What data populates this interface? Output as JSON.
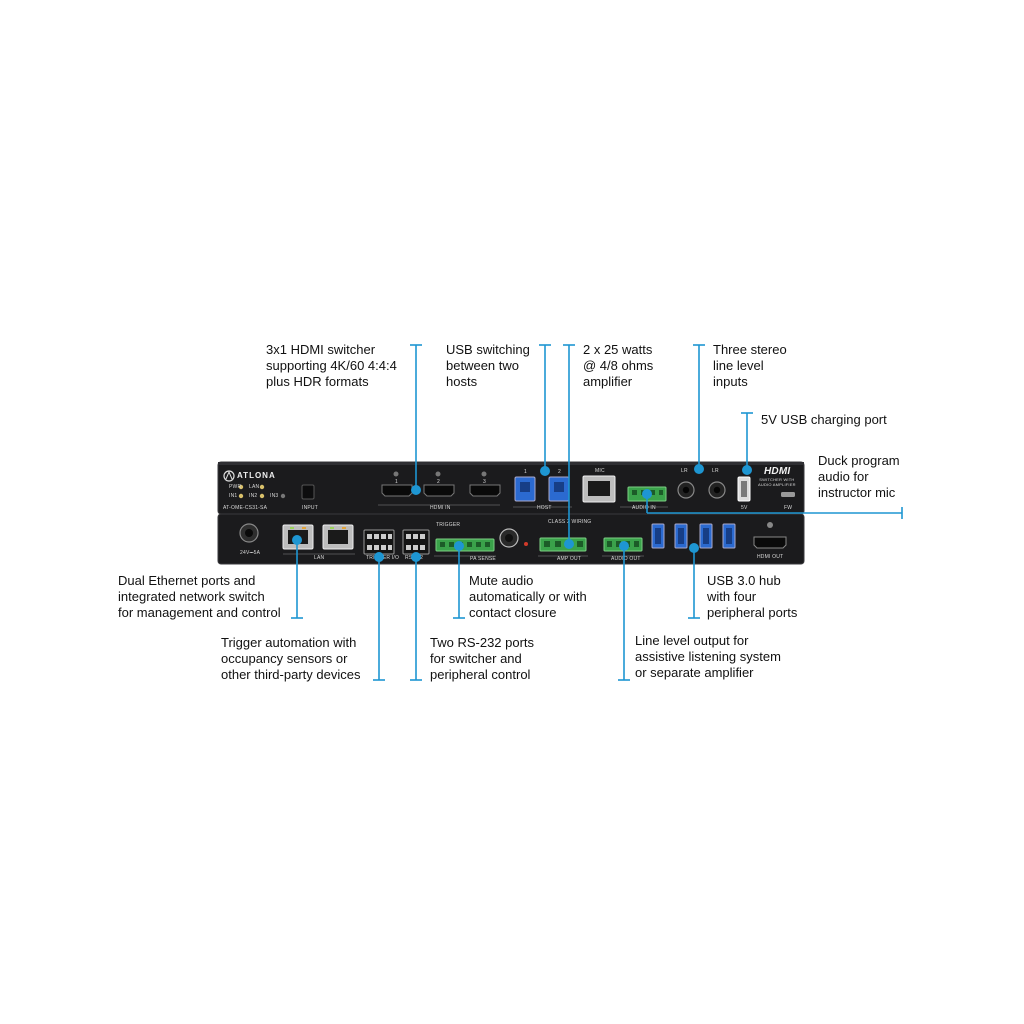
{
  "callouts": {
    "hdmi_switcher": "3x1 HDMI switcher\nsupporting 4K/60 4:4:4\nplus HDR formats",
    "usb_switching": "USB switching\nbetween two\nhosts",
    "amplifier": "2 x 25 watts\n@ 4/8 ohms\namplifier",
    "stereo_inputs": "Three stereo\nline level\ninputs",
    "usb_charging": "5V USB charging port",
    "duck_audio": "Duck program\naudio for\ninstructor mic",
    "ethernet": "Dual Ethernet ports and\nintegrated network switch\nfor management and control",
    "trigger": "Trigger automation with\noccupancy sensors or\nother third-party devices",
    "rs232": "Two RS-232 ports\nfor switcher and\nperipheral control",
    "mute_audio": "Mute audio\nautomatically or with\ncontact closure",
    "line_out": "Line level output for\nassistive listening system\nor separate amplifier",
    "usb_hub": "USB 3.0 hub\nwith four\nperipheral ports"
  },
  "device": {
    "brand": "ATLONA",
    "model": "AT-OME-CS31-SA",
    "hdmi_logo": "HDMI",
    "product_desc": "SWITCHER WITH\nAUDIO AMPLIFIER",
    "front": {
      "led_pwr": "PWR",
      "led_lan": "LAN",
      "led_in1": "IN1",
      "led_in2": "IN2",
      "led_in3": "IN3",
      "input_label": "INPUT",
      "hdmi_in_label": "HDMI IN",
      "hdmi_num_1": "1",
      "hdmi_num_2": "2",
      "hdmi_num_3": "3",
      "host_label": "HOST",
      "host_num_1": "1",
      "host_num_2": "2",
      "mic_label": "MIC",
      "audio_in_label": "AUDIO IN",
      "lr_1": "LR",
      "lr_2": "LR",
      "five_v_label": "5V",
      "fw_label": "FW"
    },
    "rear": {
      "power_label": "24V⎓5A",
      "lan_label": "LAN",
      "trigger_io_label": "TRIGGER I/O",
      "rs232_label": "RS-232",
      "trigger_label": "TRIGGER",
      "pa_sense_label": "PA SENSE",
      "class2_label": "CLASS 2 WIRING",
      "amp_out_label": "AMP OUT",
      "audio_out_label": "AUDIO OUT",
      "hdmi_out_label": "HDMI OUT"
    }
  },
  "colors": {
    "accent": "#1e96d2",
    "chassis": "#1b1b1d",
    "usb_blue": "#2b6ad0",
    "terminal_green": "#3aa24a"
  }
}
